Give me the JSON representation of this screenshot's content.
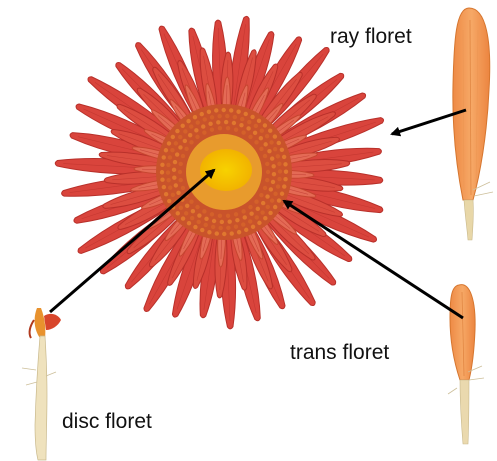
{
  "labels": {
    "ray_floret": "ray floret",
    "trans_floret": "trans floret",
    "disc_floret": "disc floret"
  },
  "colors": {
    "petal": "#d9443c",
    "petal_edge": "#b8302a",
    "petal_inner": "#e46a55",
    "center_ring": "#c6481f",
    "center_mid": "#e9a02a",
    "center_core": "#f2c500",
    "floret_orange": "#f1964f",
    "floret_stem": "#e9d9b0",
    "arrow": "#000000"
  }
}
